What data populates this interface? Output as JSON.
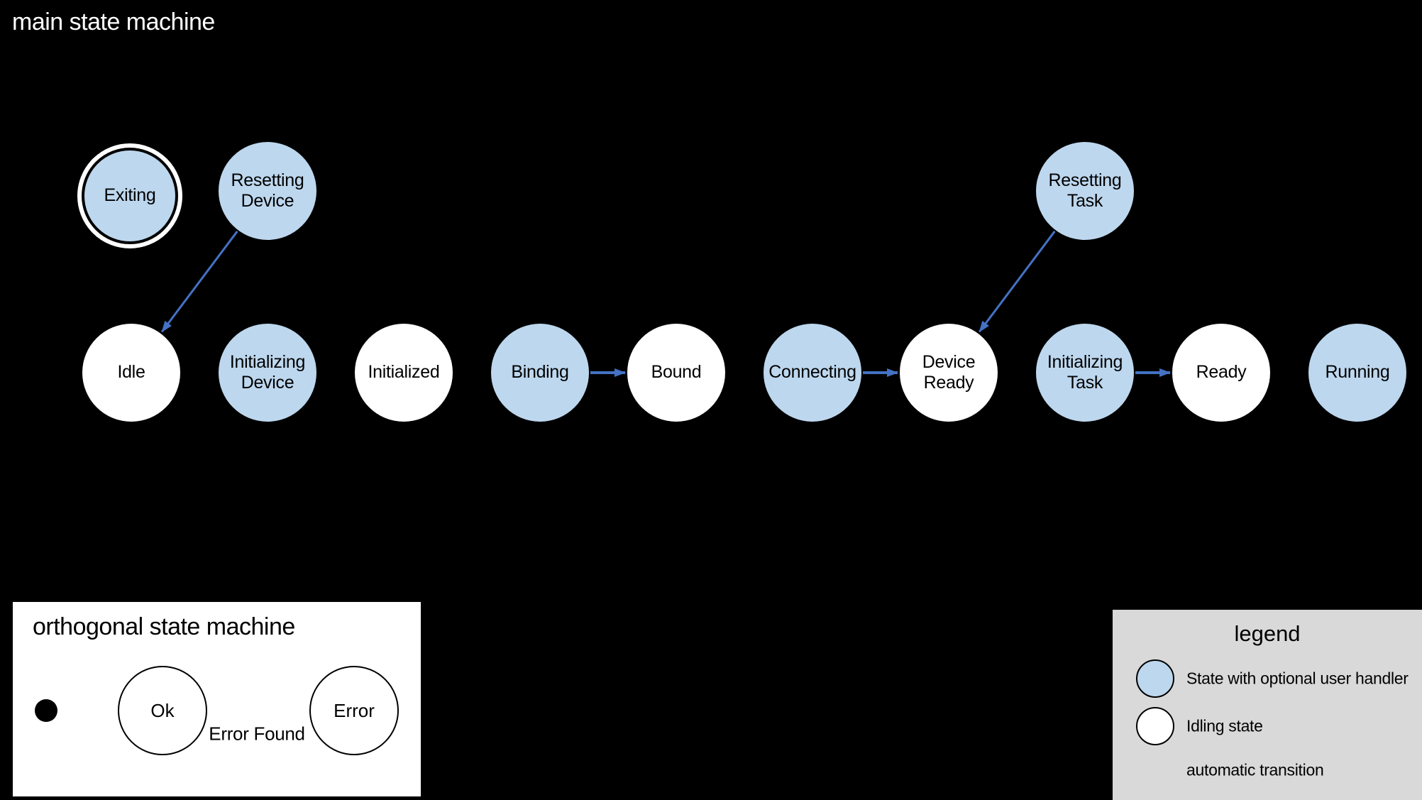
{
  "main_machine": {
    "title": "main state machine",
    "states": [
      {
        "id": "exiting",
        "label": "Exiting",
        "kind": "handler",
        "final": true
      },
      {
        "id": "resetting-device",
        "label": "Resetting\nDevice",
        "kind": "handler",
        "final": false
      },
      {
        "id": "resetting-task",
        "label": "Resetting\nTask",
        "kind": "handler",
        "final": false
      },
      {
        "id": "idle",
        "label": "Idle",
        "kind": "idling",
        "final": false
      },
      {
        "id": "initializing-device",
        "label": "Initializing\nDevice",
        "kind": "handler",
        "final": false
      },
      {
        "id": "initialized",
        "label": "Initialized",
        "kind": "idling",
        "final": false
      },
      {
        "id": "binding",
        "label": "Binding",
        "kind": "handler",
        "final": false
      },
      {
        "id": "bound",
        "label": "Bound",
        "kind": "idling",
        "final": false
      },
      {
        "id": "connecting",
        "label": "Connecting",
        "kind": "handler",
        "final": false
      },
      {
        "id": "device-ready",
        "label": "Device\nReady",
        "kind": "idling",
        "final": false
      },
      {
        "id": "initializing-task",
        "label": "Initializing\nTask",
        "kind": "handler",
        "final": false
      },
      {
        "id": "ready",
        "label": "Ready",
        "kind": "idling",
        "final": false
      },
      {
        "id": "running",
        "label": "Running",
        "kind": "handler",
        "final": false
      }
    ],
    "transitions": [
      {
        "from": "resetting-device",
        "to": "idle"
      },
      {
        "from": "binding",
        "to": "bound"
      },
      {
        "from": "connecting",
        "to": "device-ready"
      },
      {
        "from": "resetting-task",
        "to": "device-ready"
      },
      {
        "from": "initializing-task",
        "to": "ready"
      }
    ]
  },
  "orthogonal_machine": {
    "title": "orthogonal state machine",
    "states": [
      {
        "id": "ok",
        "label": "Ok"
      },
      {
        "id": "error",
        "label": "Error"
      }
    ],
    "transitions": [
      {
        "from": "initial",
        "to": "ok",
        "label": ""
      },
      {
        "from": "ok",
        "to": "error",
        "label": "Error Found"
      }
    ]
  },
  "legend": {
    "title": "legend",
    "items": [
      {
        "swatch": "handler-state",
        "label": "State with optional user handler"
      },
      {
        "swatch": "idling-state",
        "label": "Idling state"
      },
      {
        "swatch": "transition-arrow",
        "label": "automatic transition"
      }
    ]
  },
  "colors": {
    "background": "#000000",
    "handler_fill": "#bdd7ee",
    "idling_fill": "#ffffff",
    "transition_blue": "#4472c4",
    "outline_black": "#000000",
    "legend_bg": "#d9d9d9",
    "title_text": "#ffffff"
  }
}
